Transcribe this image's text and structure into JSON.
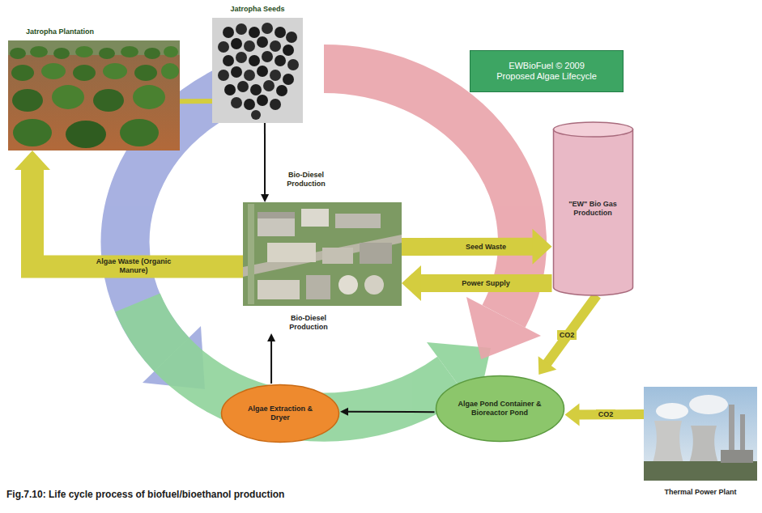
{
  "diagram": {
    "caption": "Fig.7.10: Life cycle process of biofuel/bioethanol production",
    "nodes": [
      {
        "text": [
          "Jatropha Plantation"
        ]
      },
      {
        "text": [
          "Jatropha Seeds"
        ]
      },
      {
        "text": [
          "EWBioFuel © 2009 Proposed Algae Lifecycle"
        ]
      },
      {
        "text": [
          "Bio-Diesel Production"
        ]
      },
      {
        "text": [
          "\"EW\" Bio Gas Production"
        ]
      },
      {
        "text": [
          "Algae Pond Container & Bioreactor Pond"
        ]
      },
      {
        "text": [
          "Algae Extraction & Dryer"
        ]
      },
      {
        "text": [
          "Thermal Power Plant"
        ]
      }
    ],
    "edges": [
      {
        "from": 0,
        "to": 1,
        "arrow": "none"
      },
      {
        "from": 1,
        "to": 3,
        "label": "Bio-Diesel Production",
        "arrow": "to"
      },
      {
        "from": 3,
        "to": 4,
        "label": "Seed Waste",
        "arrow": "to"
      },
      {
        "from": 4,
        "to": 3,
        "label": "Power Supply",
        "arrow": "to"
      },
      {
        "from": 3,
        "to": 0,
        "label": "Algae Waste (Organic Manure)",
        "arrow": "to"
      },
      {
        "from": 4,
        "to": 5,
        "label": "CO2",
        "arrow": "to"
      },
      {
        "from": 7,
        "to": 5,
        "label": "CO2",
        "arrow": "to"
      },
      {
        "from": 5,
        "to": 6,
        "arrow": "to"
      },
      {
        "from": 6,
        "to": 3,
        "arrow": "to"
      }
    ]
  }
}
